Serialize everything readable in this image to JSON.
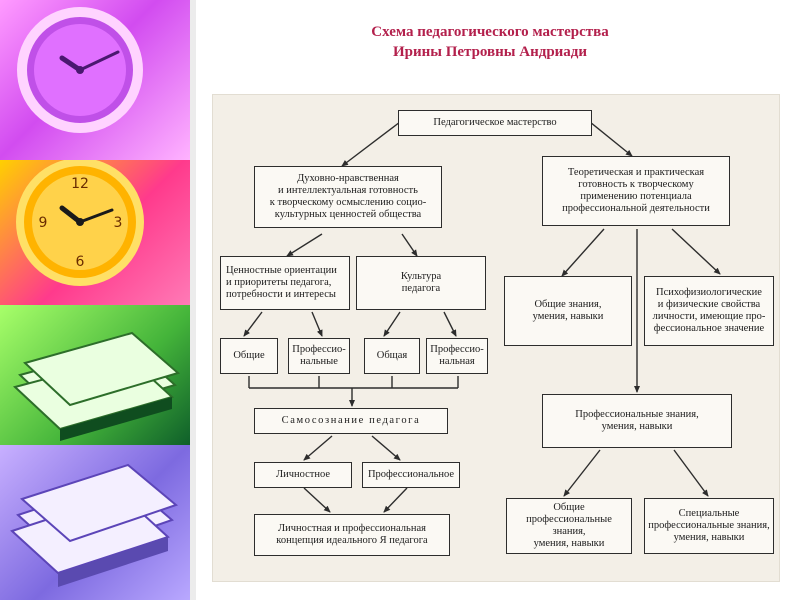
{
  "title": {
    "line1": "Схема педагогического мастерства",
    "line2": "Ирины  Петровны Андриади"
  },
  "decor": {
    "tiles": [
      "clock-purple-image",
      "clock-orange-image",
      "books-green-image",
      "books-purple-image"
    ],
    "colors": {
      "title": "#b3204c",
      "box_border": "#2d2d2d",
      "background_scan": "#f3efe7"
    }
  },
  "diagram": {
    "root": "Педагогическое мастерство",
    "left_main": "Духовно-нравственная\nи интеллектуальная готовность\nк творческому осмыслению социо-\nкультурных ценностей общества",
    "right_main": "Теоретическая и практическая\nготовность к творческому\nприменению потенциала\nпрофессиональной деятельности",
    "values": "Ценностные ориентации\nи приоритеты педагога,\nпотребности и интересы",
    "culture": "Культура\nпедагога",
    "general_1": "Общие",
    "professional_1": "Професcио-\nнальные",
    "general_2": "Общая",
    "professional_2": "Професcио-\nнальная",
    "self_awareness": "Самосознание педагога",
    "personal": "Личностное",
    "professional_3": "Профессиональное",
    "concept": "Личностная и профессиональная\nконцепция идеального Я педагога",
    "general_knowledge": "Общие знания,\nумения, навыки",
    "psychophysio": "Психофизиологические\nи физические свойства\nличности, имеющие про-\nфессиональное значение",
    "prof_knowledge": "Профессиональные знания,\nумения, навыки",
    "general_prof": "Общие\nпрофессиональные знания,\nумения, навыки",
    "special_prof": "Специальные\nпрофессиональные знания,\nумения, навыки"
  }
}
